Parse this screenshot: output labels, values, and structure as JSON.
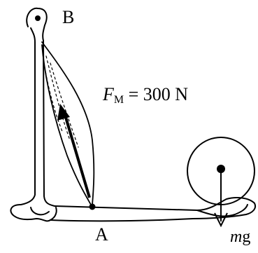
{
  "labels": {
    "point_b": "B",
    "point_a": "A",
    "force_symbol": "F",
    "force_subscript": "M",
    "force_value": " = 300 N",
    "weight_italic": "m",
    "weight_rest": "g"
  },
  "colors": {
    "ink": "#000000",
    "background": "#ffffff"
  }
}
